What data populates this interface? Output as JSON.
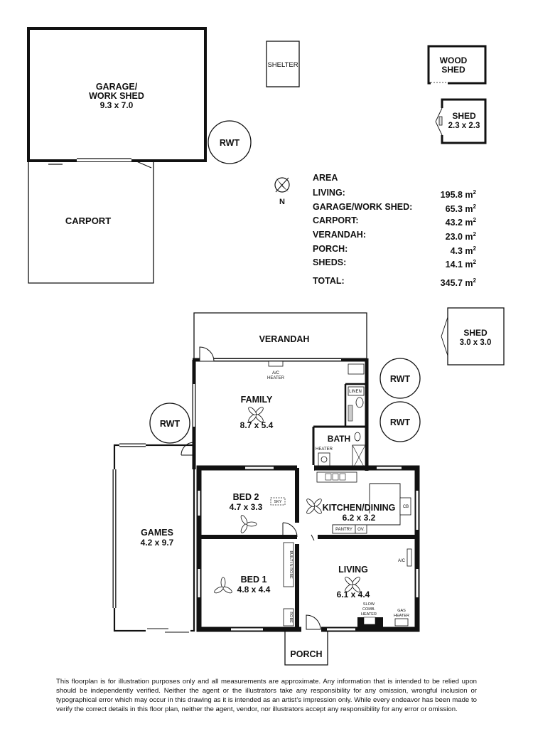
{
  "structures": {
    "garage": {
      "name_line1": "GARAGE/",
      "name_line2": "WORK SHED",
      "size": "9.3 x 7.0"
    },
    "carport": {
      "name": "CARPORT"
    },
    "shelter": {
      "name": "SHELTER"
    },
    "wood_shed": {
      "name_line1": "WOOD",
      "name_line2": "SHED"
    },
    "shed_small": {
      "name": "SHED",
      "size": "2.3 x 2.3"
    },
    "shed_large": {
      "name": "SHED",
      "size": "3.0 x 3.0"
    },
    "rwt_label": "RWT",
    "compass_label": "N"
  },
  "area_table": {
    "heading": "AREA",
    "rows": [
      {
        "label": "LIVING:",
        "value": "195.8 m",
        "unit_sup": "2"
      },
      {
        "label": "GARAGE/WORK SHED:",
        "value": "65.3 m",
        "unit_sup": "2"
      },
      {
        "label": "CARPORT:",
        "value": "43.2 m",
        "unit_sup": "2"
      },
      {
        "label": "VERANDAH:",
        "value": "23.0 m",
        "unit_sup": "2"
      },
      {
        "label": "PORCH:",
        "value": "4.3 m",
        "unit_sup": "2"
      },
      {
        "label": "SHEDS:",
        "value": "14.1 m",
        "unit_sup": "2"
      }
    ],
    "total": {
      "label": "TOTAL:",
      "value": "345.7 m",
      "unit_sup": "2"
    }
  },
  "rooms": {
    "verandah": {
      "name": "VERANDAH"
    },
    "family": {
      "name": "FAMILY",
      "size": "8.7 x 5.4"
    },
    "bath": {
      "name": "BATH"
    },
    "games": {
      "name": "GAMES",
      "size": "4.2 x 9.7"
    },
    "bed2": {
      "name": "BED 2",
      "size": "4.7 x 3.3"
    },
    "kitchen": {
      "name": "KITCHEN/DINING",
      "size": "6.2 x 3.2"
    },
    "bed1": {
      "name": "BED 1",
      "size": "4.8 x 4.4"
    },
    "living": {
      "name": "LIVING",
      "size": "6.1 x 4.4"
    },
    "porch": {
      "name": "PORCH"
    }
  },
  "fixtures": {
    "ac_heater_line1": "A/C",
    "ac_heater_line2": "HEATER",
    "linen": "LINEN",
    "heater": "HEATER",
    "sky": "SKY",
    "cb": "CB",
    "pantry": "PANTRY",
    "ov": "OV.",
    "built_in_robe": "BUILT-IN ROBE",
    "robe": "ROBE",
    "ac": "A/C",
    "slow_comb_heater_line1": "SLOW",
    "slow_comb_heater_line2": "COMB.",
    "slow_comb_heater_line3": "HEATER",
    "gas_heater_line1": "GAS",
    "gas_heater_line2": "HEATER"
  },
  "disclaimer": "This floorplan is for illustration purposes only and all measurements are approximate. Any information that is intended to be relied upon should be independently verified. Neither the agent or the illustrators take any responsibility for any omission, wrongful inclusion or typographical error which may occur in this drawing as it is intended as an artist’s impression only. While every endeavor has been made to verify the correct details in this floor plan, neither the agent, vendor, nor illustrators accept any responsibility for any error or omission."
}
